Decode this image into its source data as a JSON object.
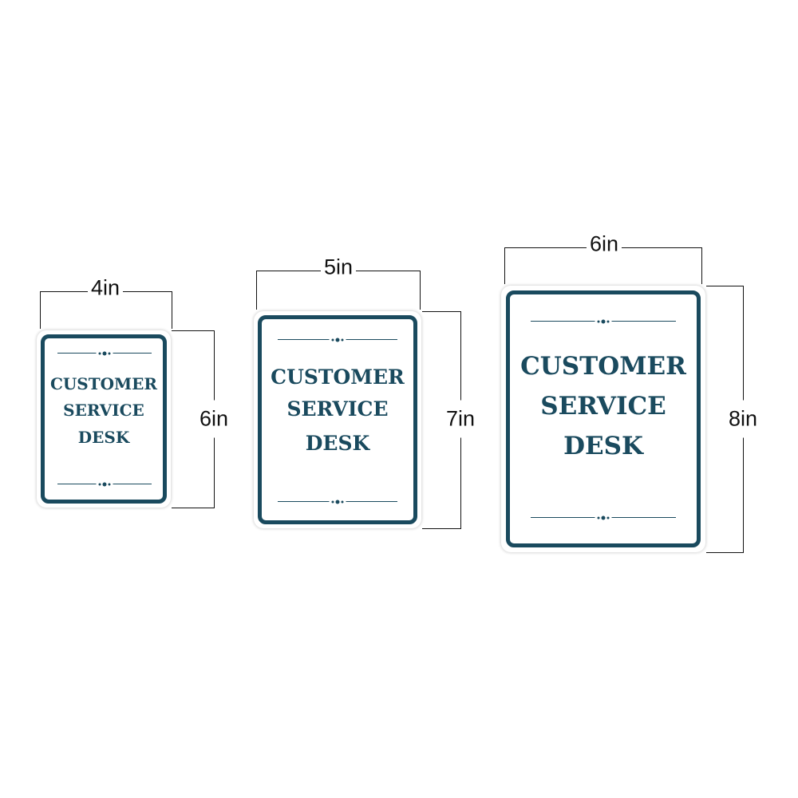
{
  "signs": [
    {
      "lines": [
        "CUSTOMER",
        "SERVICE",
        "DESK"
      ],
      "width_label": "4in",
      "height_label": "6in"
    },
    {
      "lines": [
        "CUSTOMER",
        "SERVICE",
        "DESK"
      ],
      "width_label": "5in",
      "height_label": "7in"
    },
    {
      "lines": [
        "CUSTOMER",
        "SERVICE",
        "DESK"
      ],
      "width_label": "6in",
      "height_label": "8in"
    }
  ],
  "colors": {
    "sign_border": "#1a4a5e",
    "text": "#1a4a5e",
    "dimension_lines": "#111111"
  }
}
